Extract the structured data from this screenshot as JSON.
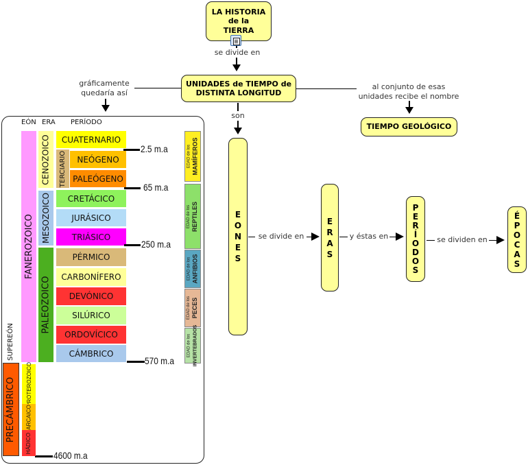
{
  "map": {
    "root": "LA HISTORIA de la TIERRA",
    "root_lines": [
      "LA HISTORIA",
      "de la",
      "TIERRA"
    ],
    "root_icon": "document-icon",
    "link_root_to_units": "se divide en",
    "units_lines": [
      "UNIDADES de TIEMPO de",
      "DISTINTA LONGITUD"
    ],
    "link_units_to_graphic_lines": [
      "gráficamente",
      "quedaría así"
    ],
    "link_units_to_geo_lines": [
      "al conjunto de esas",
      "unidades recibe el nombre"
    ],
    "geo_time": "TIEMPO GEOLÓGICO",
    "link_units_to_eones": "son",
    "eones_letters": [
      "E",
      "O",
      "N",
      "E",
      "S"
    ],
    "link_eones_eras": "se divide en",
    "eras_letters": [
      "E",
      "R",
      "A",
      "S"
    ],
    "link_eras_periodos": "y éstas en",
    "periodos_letters": [
      "P",
      "E",
      "R",
      "Í",
      "O",
      "D",
      "O",
      "S"
    ],
    "link_periodos_epocas": "se dividen en",
    "epocas_letters": [
      "É",
      "P",
      "O",
      "C",
      "A",
      "S"
    ]
  },
  "timescale": {
    "headers": {
      "eon": "EÓN",
      "era": "ERA",
      "period": "PERÍODO",
      "supereon": "SUPEREÓN"
    },
    "supereon": "PRECÁMBRICO",
    "eon": "FANEROZOICO",
    "eras": [
      "CENOZOICO",
      "MESOZOICO",
      "PALEOZOICO"
    ],
    "subera": "TERCIARIO",
    "precambrian_eons": [
      "PROTEROZOICO",
      "ARCAICO",
      "HÁDICO"
    ],
    "periods": [
      {
        "name": "CUATERNARIO",
        "color": "#ffff00"
      },
      {
        "name": "NEÓGENO",
        "color": "#ffc000"
      },
      {
        "name": "PALEÓGENO",
        "color": "#ff8c00"
      },
      {
        "name": "CRETÁCICO",
        "color": "#8ef25c"
      },
      {
        "name": "JURÁSICO",
        "color": "#b3dcf7"
      },
      {
        "name": "TRIÁSICO",
        "color": "#ff00ff"
      },
      {
        "name": "PÉRMICO",
        "color": "#d9b979"
      },
      {
        "name": "CARBONÍFERO",
        "color": "#ffff99"
      },
      {
        "name": "DEVÓNICO",
        "color": "#ff3333"
      },
      {
        "name": "SILÚRICO",
        "color": "#ccff99"
      },
      {
        "name": "ORDOVÍCICO",
        "color": "#ff3333"
      },
      {
        "name": "CÁMBRICO",
        "color": "#a9c9ec"
      }
    ],
    "boundaries": [
      "2.5 m.a",
      "65 m.a",
      "250 m.a",
      "570 m.a",
      "4600 m.a"
    ],
    "ages": [
      {
        "prefix": "EDAD de los",
        "name": "MAMÍFEROS",
        "color": "#ffee22"
      },
      {
        "prefix": "EDAD de los",
        "name": "REPTILES",
        "color": "#8de06a"
      },
      {
        "prefix": "EDAD de los",
        "name": "ANFIBIOS",
        "color": "#5aa7c2"
      },
      {
        "prefix": "EDAD de los",
        "name": "PECES",
        "color": "#e6b896"
      },
      {
        "prefix": "EDAD de los",
        "name": "INVERTEBRADOS",
        "color": "#b6e2a6"
      }
    ],
    "colors": {
      "eon": "#ff99ff",
      "cenozoico": "#ffff99",
      "mesozoico": "#a9c9ec",
      "paleozoico": "#4caf20",
      "terciario": "#d9b979",
      "precambrico": "#ff5a00",
      "proterozoico": "#ffff00",
      "arcaico": "#ffc000",
      "hadico": "#ff3333",
      "node_fill": "#ffff99"
    }
  }
}
